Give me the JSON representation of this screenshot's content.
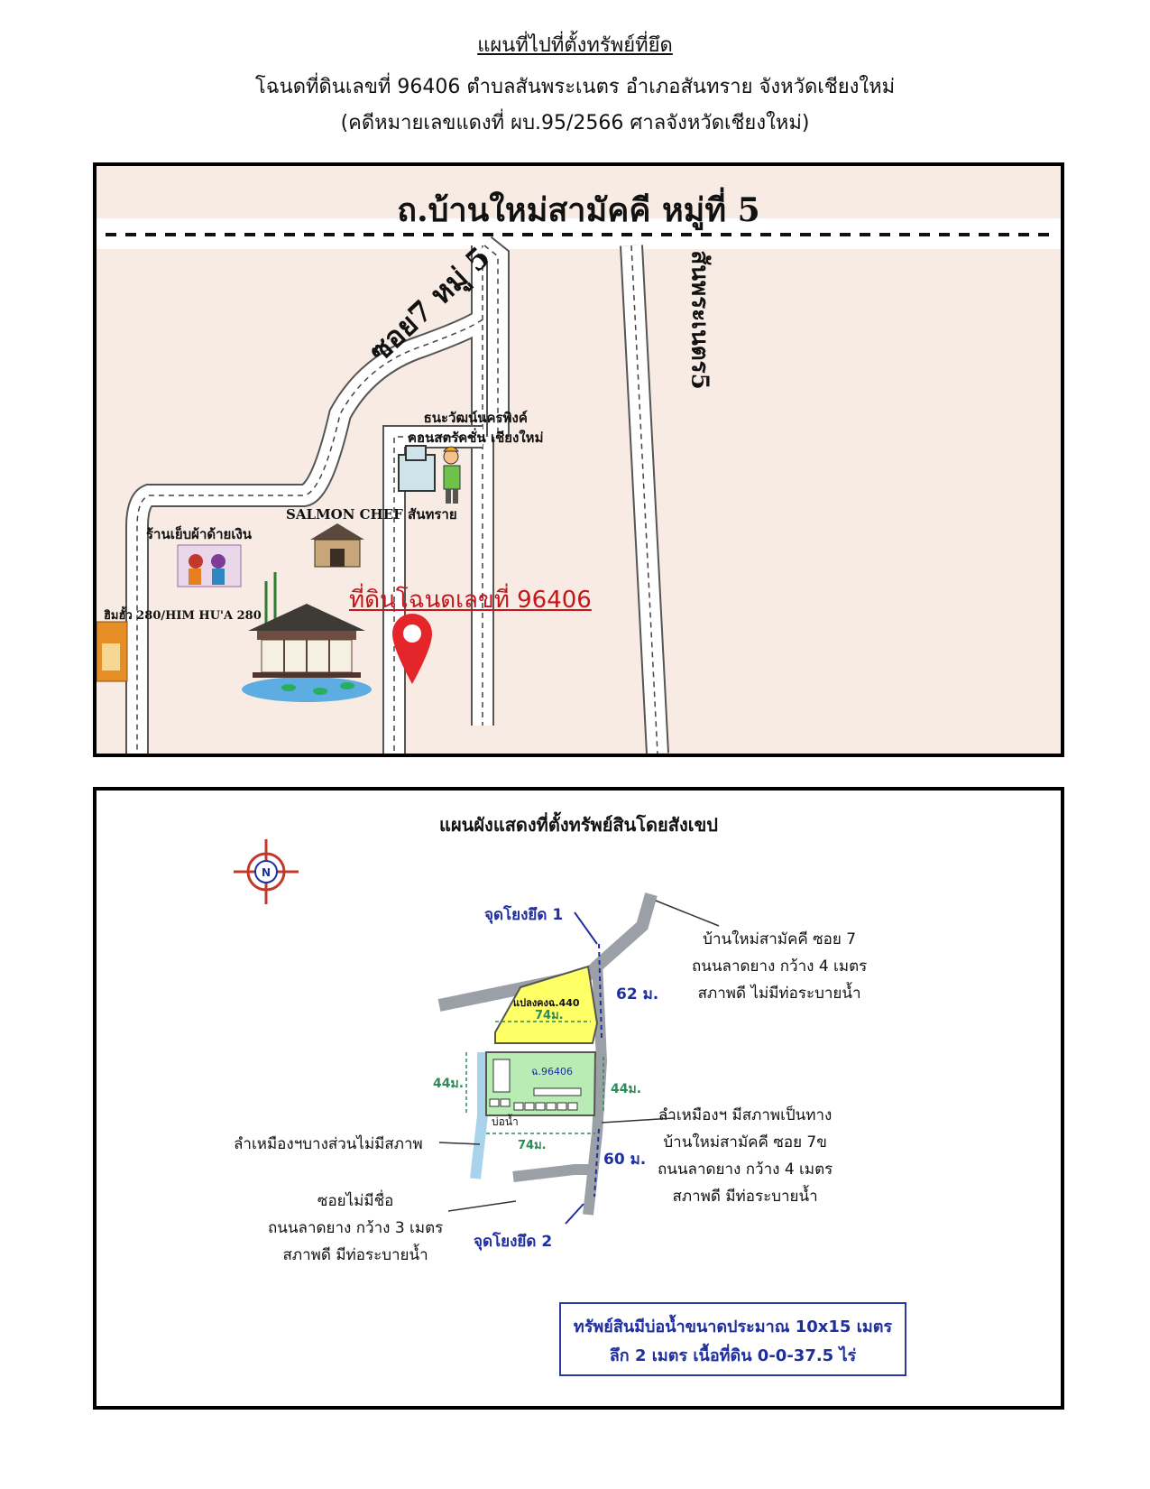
{
  "header": {
    "title": "แผนที่ไปที่ตั้งทรัพย์ที่ยึด",
    "line1": "โฉนดที่ดินเลขที่ 96406 ตำบลสันพระเนตร อำเภอสันทราย จังหวัดเชียงใหม่",
    "line2": "(คดีหมายเลขแดงที่ ผบ.95/2566   ศาลจังหวัดเชียงใหม่)"
  },
  "map1": {
    "main_road": "ถ.บ้านใหม่สามัคคี หมู่ที่ 5",
    "soi7": "ซอย7 หมู่ 5",
    "sanphranet": "สันพระเนตร5",
    "poi_construction": [
      "ธนะวัฒน์นครพิงค์",
      "คอนสตรัคชั่น เชียงใหม่"
    ],
    "poi_salmon": "SALMON CHEF สันทราย",
    "poi_tailor": "ร้านเย็บผ้าด้ายเงิน",
    "poi_himhua": "ฮิมฮั้ว 280/HIM HU'A 280",
    "land_label": "ที่ดินโฉนดเลขที่ 96406",
    "colors": {
      "background": "#f8ebe4",
      "pin": "#e4262b",
      "land_label": "#c4161c"
    }
  },
  "map2": {
    "title": "แผนผังแสดงที่ตั้งทรัพย์สินโดยสังเขป",
    "compass": "N",
    "point1": "จุดโยงยึด 1",
    "point2": "จุดโยงยึด 2",
    "road_top": [
      "บ้านใหม่สามัคคี ซอย 7",
      "ถนนลาดยาง กว้าง 4 เมตร",
      "สภาพดี ไม่มีท่อระบายน้ำ"
    ],
    "road_right": [
      "ลำเหมืองฯ มีสภาพเป็นทาง",
      "บ้านใหม่สามัคคี ซอย 7ข",
      "ถนนลาดยาง กว้าง 4 เมตร",
      "สภาพดี มีท่อระบายน้ำ"
    ],
    "ditch_left": "ลำเหมืองฯบางส่วนไม่มีสภาพ",
    "road_bottom": [
      "ซอยไม่มีชื่อ",
      "ถนนลาดยาง กว้าง 3 เมตร",
      "สภาพดี มีท่อระบายน้ำ"
    ],
    "dist_62": "62 ม.",
    "dist_60": "60 ม.",
    "dist_44_left": "44ม.",
    "dist_44_right": "44ม.",
    "dist_74_top": "74ม.",
    "dist_74_bottom": "74ม.",
    "parcel_yellow": "แปลงคงฉ.440",
    "parcel_green": "ฉ.96406",
    "pond": "บ่อน้ำ",
    "note_lines": [
      "ทรัพย์สินมีบ่อน้ำขนาดประมาณ 10x15 เมตร",
      "ลึก 2 เมตร เนื้อที่ดิน 0-0-37.5 ไร่"
    ],
    "colors": {
      "yellow_parcel": "#ffff66",
      "green_parcel": "#b9ecb4",
      "road": "#9aa0a6",
      "ditch": "#a9d3ea",
      "text_blue": "#1f2f9e"
    }
  }
}
